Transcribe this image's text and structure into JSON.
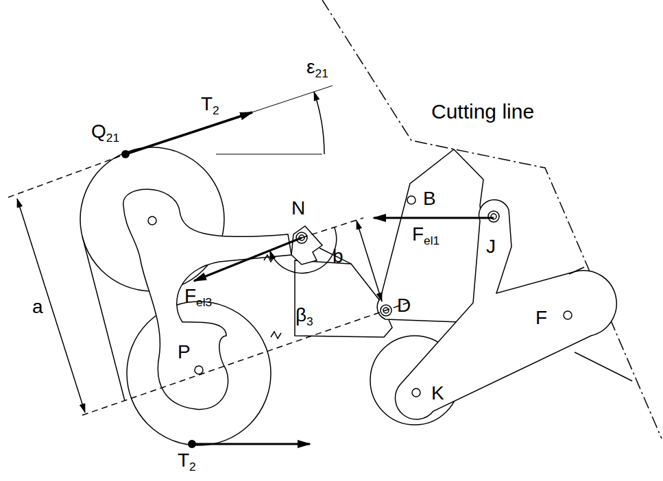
{
  "diagram": {
    "labels": [
      "ε21",
      "T2",
      "Q21",
      "Cutting line",
      "N",
      "B",
      "Fel1",
      "J",
      "a",
      "b",
      "Fel3",
      "D",
      "β3",
      "F",
      "P",
      "K",
      "T2"
    ]
  }
}
